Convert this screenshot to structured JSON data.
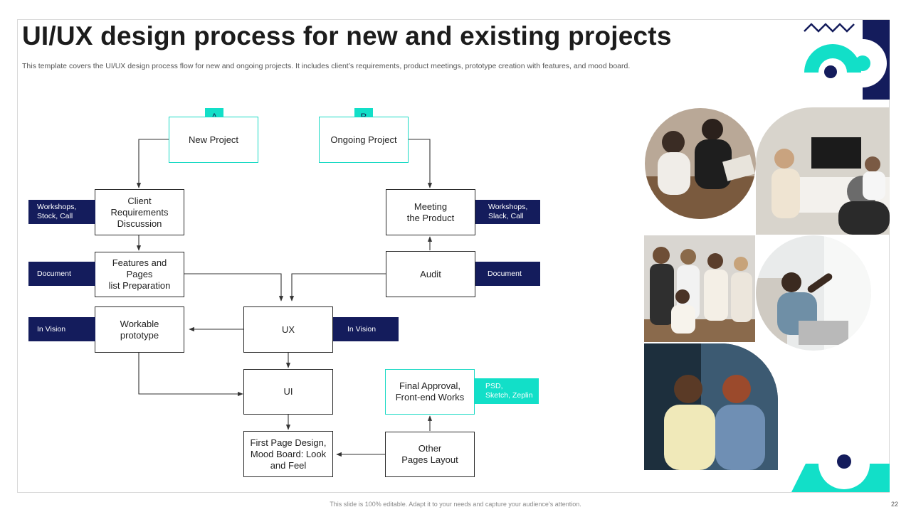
{
  "title": "UI/UX design process for new and existing projects",
  "subtitle": "This template covers the UI/UX  design process flow for new and ongoing projects. It includes client’s requirements, product meetings, prototype creation with features, and mood board.",
  "flow": {
    "letter_a": "A",
    "letter_b": "B",
    "new_project": "New Project",
    "ongoing_project": "Ongoing Project",
    "client_requirements": "Client\nRequirements\nDiscussion",
    "features_pages": "Features and\nPages\nlist Preparation",
    "workable_prototype": "Workable\nprototype",
    "meeting_product": "Meeting\nthe Product",
    "audit": "Audit",
    "ux": "UX",
    "ui": "UI",
    "first_page_design": "First Page Design,\nMood Board: Look\nand Feel",
    "final_approval": "Final Approval,\nFront-end Works",
    "other_pages": "Other\nPages Layout"
  },
  "tags": {
    "workshops_stock_call": "Workshops,\nStock, Call",
    "document_left": "Document",
    "in_vision_left": "In Vision",
    "workshops_slack_call": "Workshops,\nSlack, Call",
    "document_right": "Document",
    "in_vision_ux": "In Vision",
    "psd_sketch_zeplin": "PSD,\nSketch, Zeplin"
  },
  "footer": "This slide is 100% editable. Adapt it to your needs and capture your audience’s attention.",
  "page_number": "22",
  "colors": {
    "navy": "#141c5c",
    "teal": "#12dfc8",
    "dark": "#2a2a2a"
  }
}
